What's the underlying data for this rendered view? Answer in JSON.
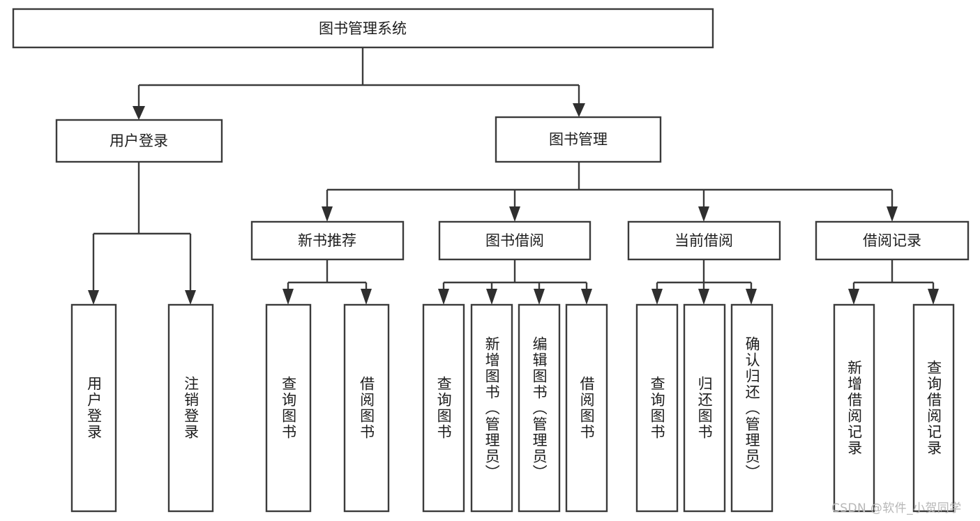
{
  "diagram": {
    "type": "tree-hierarchy-functional-decomposition",
    "orientation": "top-down",
    "root": {
      "id": "root",
      "label": "图书管理系统",
      "level": 0
    },
    "level1": [
      {
        "id": "user-login",
        "label": "用户登录",
        "level": 1
      },
      {
        "id": "book-management",
        "label": "图书管理",
        "level": 1
      }
    ],
    "level2": [
      {
        "id": "new-book-recommend",
        "label": "新书推荐",
        "level": 2,
        "parent": "book-management"
      },
      {
        "id": "book-borrow",
        "label": "图书借阅",
        "level": 2,
        "parent": "book-management"
      },
      {
        "id": "current-borrow",
        "label": "当前借阅",
        "level": 2,
        "parent": "book-management"
      },
      {
        "id": "borrow-record",
        "label": "借阅记录",
        "level": 2,
        "parent": "book-management"
      }
    ],
    "leaves": [
      {
        "id": "leaf-user-login",
        "label": "用户登录",
        "parent": "user-login"
      },
      {
        "id": "leaf-logout-login",
        "label": "注销登录",
        "parent": "user-login"
      },
      {
        "id": "leaf-query-book-1",
        "label": "查询图书",
        "parent": "new-book-recommend"
      },
      {
        "id": "leaf-borrow-book-1",
        "label": "借阅图书",
        "parent": "new-book-recommend"
      },
      {
        "id": "leaf-query-book-2",
        "label": "查询图书",
        "parent": "book-borrow"
      },
      {
        "id": "leaf-add-book",
        "label": "新增图书（管理员）",
        "parent": "book-borrow"
      },
      {
        "id": "leaf-edit-book",
        "label": "编辑图书（管理员）",
        "parent": "book-borrow"
      },
      {
        "id": "leaf-borrow-book-2",
        "label": "借阅图书",
        "parent": "book-borrow"
      },
      {
        "id": "leaf-query-book-3",
        "label": "查询图书",
        "parent": "current-borrow"
      },
      {
        "id": "leaf-return-book",
        "label": "归还图书",
        "parent": "current-borrow"
      },
      {
        "id": "leaf-confirm-return",
        "label": "确认归还（管理员）",
        "parent": "current-borrow"
      },
      {
        "id": "leaf-add-record",
        "label": "新增借阅记录",
        "parent": "borrow-record"
      },
      {
        "id": "leaf-query-record",
        "label": "查询借阅记录",
        "parent": "borrow-record"
      }
    ]
  },
  "watermark": {
    "text": "CSDN @软件_小贺同学"
  },
  "colors": {
    "box_stroke": "#3b3b3b",
    "box_fill": "#ffffff",
    "text": "#1d1d1d",
    "connector": "#3b3b3b",
    "background": "#ffffff",
    "watermark": "#b7b7b7"
  }
}
